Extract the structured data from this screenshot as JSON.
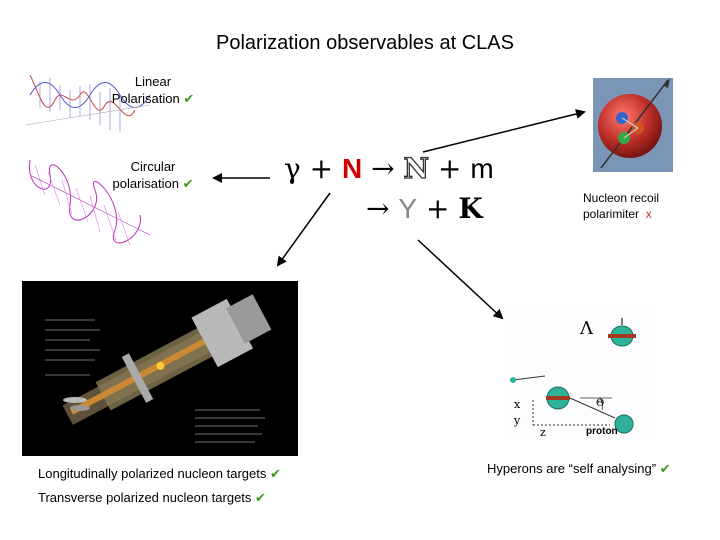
{
  "title": "Polarization observables at CLAS",
  "linear": {
    "line1": "Linear",
    "line2": "Polarisation",
    "check": "✔"
  },
  "circular": {
    "line1": "Circular",
    "line2": "polarisation",
    "check": "✔"
  },
  "reaction": {
    "gamma": "γ",
    "plus": "+",
    "nucleon": "N",
    "arrow": "→",
    "nucleon_out": "N",
    "meson": "m",
    "hyperon": "Y",
    "kaon": "K"
  },
  "recoil": {
    "line1": "Nucleon recoil",
    "line2": "polarimiter",
    "mark": "x"
  },
  "targets": {
    "longitudinal": "Longitudinally polarized nucleon targets",
    "transverse": "Transverse polarized nucleon targets",
    "check": "✔"
  },
  "hyperon_caption": {
    "text": "Hyperons are “self analysing”",
    "check": "✔"
  },
  "hyperon_diagram": {
    "lambda": "Λ",
    "x_axis": "x",
    "y_axis": "y",
    "z_axis": "z",
    "proton": "proton",
    "theta": "Θ"
  },
  "colors": {
    "check": "#3a9a1a",
    "nucleon": "#cc0000",
    "sphere": "#c0302a",
    "teal": "#2db39a"
  }
}
